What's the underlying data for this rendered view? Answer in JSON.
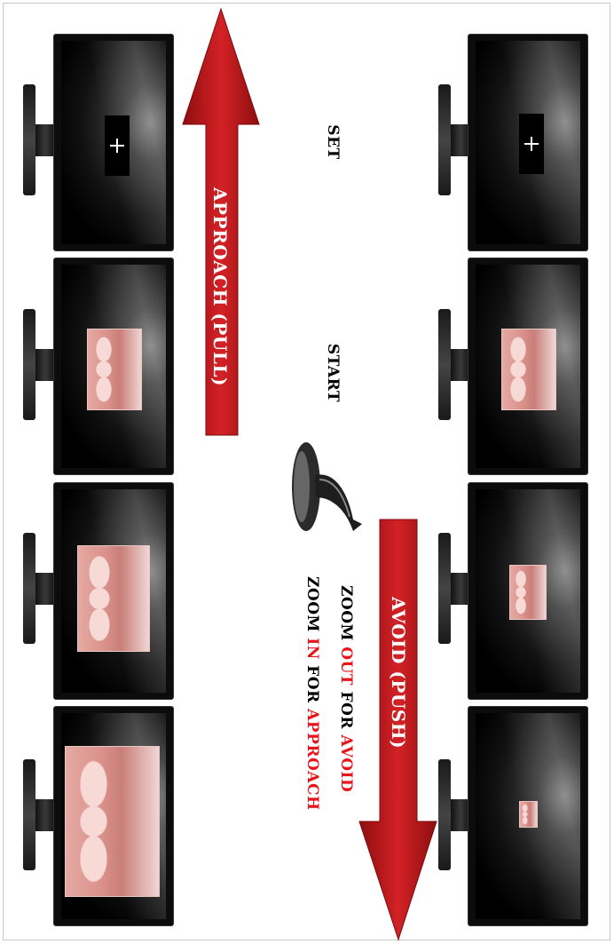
{
  "labels": {
    "set": "SET",
    "start": "START",
    "approach_arrow": "APPROACH (PULL)",
    "avoid_arrow": "AVOID (PUSH)"
  },
  "instructions": {
    "line1": {
      "part1": "ZOOM ",
      "highlight1": "OUT",
      "part2": " FOR ",
      "highlight2": "AVOID"
    },
    "line2": {
      "part1": "ZOOM ",
      "highlight1": "IN",
      "part2": " FOR ",
      "highlight2": "APPROACH"
    }
  },
  "colors": {
    "arrow_red": "#c0181a",
    "highlight_red": "#e8141b",
    "text": "#000000"
  },
  "panels": {
    "approach": [
      "fixation-cross",
      "hand-small",
      "hand-medium",
      "hand-large"
    ],
    "avoid": [
      "fixation-cross",
      "hand-small",
      "hand-smaller",
      "hand-tiny"
    ]
  }
}
